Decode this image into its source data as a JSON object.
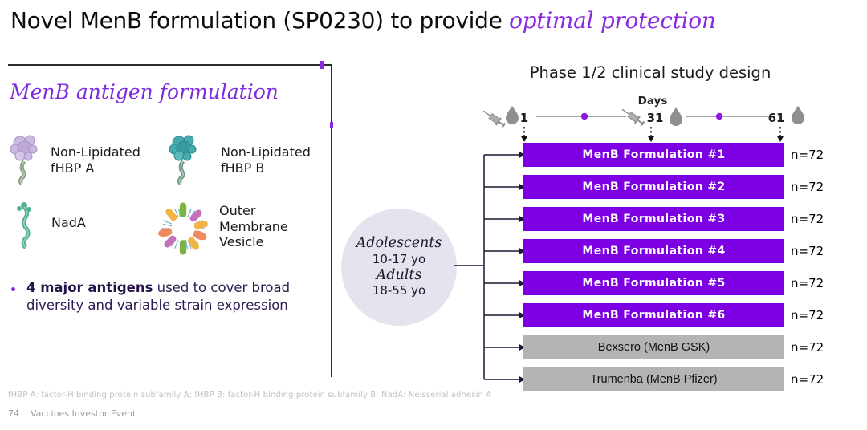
{
  "title": {
    "main": "Novel MenB formulation (SP0230) to provide ",
    "highlight": "optimal protection"
  },
  "left_panel": {
    "heading": "MenB antigen formulation",
    "antigens": [
      {
        "icon": "protein-fhbp-a-icon",
        "line1": "Non-Lipidated",
        "line2": "fHBP A"
      },
      {
        "icon": "protein-fhbp-b-icon",
        "line1": "Non-Lipidated",
        "line2": "fHBP B"
      },
      {
        "icon": "protein-nada-icon",
        "line1": "NadA"
      },
      {
        "icon": "outer-membrane-vesicle-icon",
        "line1": "Outer",
        "line2": "Membrane",
        "line3": "Vesicle"
      }
    ],
    "bullet": {
      "bold": "4 major antigens",
      "rest": " used to cover broad diversity and variable strain expression"
    }
  },
  "study": {
    "heading": "Phase 1/2 clinical study design",
    "timeline": {
      "axis_label": "Days",
      "day1": "1",
      "day2": "31",
      "day3": "61"
    },
    "population": {
      "group1": "Adolescents",
      "group1_age": "10-17 yo",
      "group2": "Adults",
      "group2_age": "18-55 yo"
    },
    "arms": [
      {
        "label": "MenB Formulation #1",
        "n": "n=72",
        "type": "candidate"
      },
      {
        "label": "MenB Formulation #2",
        "n": "n=72",
        "type": "candidate"
      },
      {
        "label": "MenB Formulation #3",
        "n": "n=72",
        "type": "candidate"
      },
      {
        "label": "MenB Formulation #4",
        "n": "n=72",
        "type": "candidate"
      },
      {
        "label": "MenB Formulation #5",
        "n": "n=72",
        "type": "candidate"
      },
      {
        "label": "MenB Formulation #6",
        "n": "n=72",
        "type": "candidate"
      },
      {
        "label": "Bexsero (MenB GSK)",
        "n": "n=72",
        "type": "comparator"
      },
      {
        "label": "Trumenba (MenB Pfizer)",
        "n": "n=72",
        "type": "comparator"
      }
    ]
  },
  "footnote": "fHBP A: factor-H binding protein subfamily A; fHBP B: factor-H binding protein subfamily B;  NadA: Neisserial adhesin A",
  "footer": {
    "page": "74",
    "label": "Vaccines Investor Event"
  },
  "colors": {
    "candidate_purple": "#7c00e3",
    "title_purple": "#8a2be2",
    "comparator_gray": "#b4b4b4",
    "dark_indigo_text": "#2e1a52",
    "timeline_gray": "#a6a6a6",
    "population_circle": "#e5e3ee"
  }
}
